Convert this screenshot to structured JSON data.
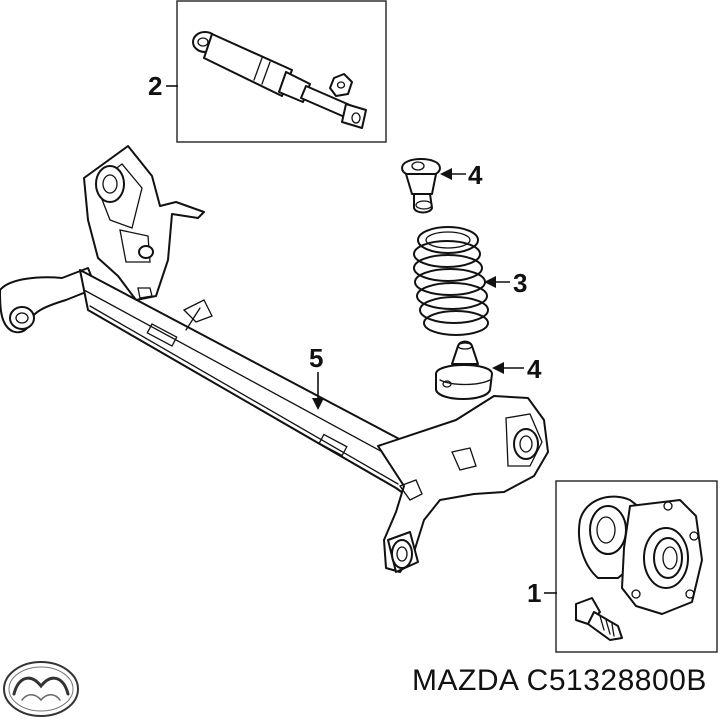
{
  "callouts": [
    {
      "id": "1",
      "label": "1"
    },
    {
      "id": "2",
      "label": "2"
    },
    {
      "id": "3",
      "label": "3"
    },
    {
      "id": "4a",
      "label": "4"
    },
    {
      "id": "4b",
      "label": "4"
    },
    {
      "id": "5",
      "label": "5"
    }
  ],
  "part_number": "MAZDA C51328800B",
  "brand_logo": {
    "name": "mazda-logo-icon"
  },
  "colors": {
    "line": "#111111",
    "background": "#ffffff"
  }
}
